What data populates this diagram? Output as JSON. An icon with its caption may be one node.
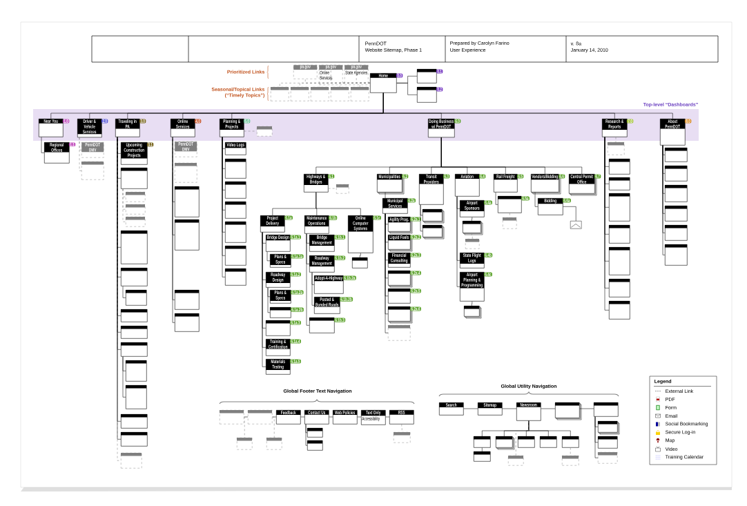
{
  "diagram": {
    "nodes": [
      {
        "text": [
          "Home"
        ],
        "beside": [
          "0.0"
        ]
      },
      {
        "text": [],
        "shape": "box",
        "beside": [
          "0.1"
        ]
      },
      {
        "text": [],
        "shape": "box",
        "beside": [
          "0.2"
        ]
      },
      {
        "text": [
          "pa.gov"
        ]
      },
      {
        "text": [
          "pa.gov",
          "Online Services"
        ]
      },
      {
        "text": [
          "pa.gov",
          "State Agencies"
        ]
      },
      {
        "text": [],
        "shape": "box"
      },
      {
        "text": [],
        "shape": "box"
      },
      {
        "text": [],
        "shape": "box"
      },
      {
        "text": [],
        "shape": "box"
      },
      {
        "text": [],
        "shape": "box"
      },
      {
        "text": [
          "Near You"
        ],
        "beside": [
          "1.0"
        ]
      },
      {
        "text": [
          "Driver & Vehicle Services"
        ],
        "beside": [
          "2.0"
        ]
      },
      {
        "text": [
          "Traveling in PA"
        ],
        "beside": [
          "3.0"
        ]
      },
      {
        "text": [
          "Online Services"
        ],
        "beside": [
          "4.0"
        ]
      },
      {
        "text": [
          "Planning & Projects"
        ],
        "beside": [
          "5.0"
        ]
      },
      {
        "text": [
          "Doing Business w/ PennDOT"
        ],
        "beside": [
          "6.0"
        ]
      },
      {
        "text": [
          "Research & Reports"
        ],
        "beside": [
          "7.0"
        ]
      },
      {
        "text": [
          "About PennDOT"
        ],
        "beside": [
          "8.0"
        ]
      },
      {
        "text": [
          "Highways & Bridges"
        ],
        "beside": [
          "6.1"
        ]
      },
      {
        "text": [
          "Municipalities"
        ],
        "beside": [
          "6.2"
        ]
      },
      {
        "text": [
          "Transit Providers"
        ],
        "beside": [
          "6.3"
        ]
      },
      {
        "text": [
          "Aviation"
        ],
        "beside": [
          "6.4"
        ]
      },
      {
        "text": [
          "Rail Freight"
        ],
        "beside": [
          "6.5"
        ]
      },
      {
        "text": [
          "Vendors/Bidding"
        ],
        "beside": [
          "6.6"
        ]
      },
      {
        "text": [
          "Central Permit Office"
        ],
        "beside": [
          "6.7"
        ]
      },
      {
        "text": [
          "Project Delivery"
        ],
        "beside": [
          "6.1a"
        ]
      },
      {
        "text": [
          "Maintenance Operations"
        ],
        "beside": [
          "6.1b"
        ]
      },
      {
        "text": [
          "Online Computer Systems"
        ],
        "beside": [
          "6.1c"
        ]
      },
      {
        "text": [
          "Bridge Design"
        ],
        "beside": [
          "6.1a.1"
        ]
      },
      {
        "text": [
          "Roadway Design"
        ],
        "beside": [
          "6.1a.2"
        ]
      },
      {
        "text": [],
        "shape": "box",
        "beside": [
          "6.1a.3"
        ]
      },
      {
        "text": [
          "Training & Certification"
        ],
        "beside": [
          "6.1a.4"
        ]
      },
      {
        "text": [
          "Materials Testing"
        ],
        "beside": [
          "6.1a.5"
        ]
      },
      {
        "text": [
          "Bridge Management"
        ],
        "beside": [
          "6.1b.1"
        ]
      },
      {
        "text": [
          "Roadway Management"
        ],
        "beside": [
          "6.1b.2"
        ]
      },
      {
        "text": [
          "Adopt-A-Highway"
        ],
        "beside": [
          "6.1b.2a"
        ]
      },
      {
        "text": [
          "Posted & Bonded Roads"
        ],
        "beside": [
          "6.1b.2b"
        ]
      },
      {
        "text": [],
        "shape": "box",
        "beside": [
          "6.1b.3"
        ]
      },
      {
        "text": [],
        "shape": "box"
      },
      {
        "text": [],
        "shape": "box"
      },
      {
        "text": [
          "Feedback"
        ]
      },
      {
        "text": [
          "Contact Us"
        ]
      },
      {
        "text": [
          "Web Policies"
        ]
      },
      {
        "text": [
          "Text Only",
          "Accessibility"
        ]
      },
      {
        "text": [
          "RSS"
        ]
      },
      {
        "text": [],
        "shape": "box"
      },
      {
        "text": [],
        "shape": "box"
      },
      {
        "text": [],
        "shape": "box"
      },
      {
        "text": [],
        "shape": "box"
      },
      {
        "text": [],
        "shape": "box"
      },
      {
        "text": [
          "Search"
        ]
      },
      {
        "text": [
          "Sitemap"
        ]
      },
      {
        "text": [
          "Newsroom"
        ]
      },
      {
        "text": [],
        "shape": "box"
      },
      {
        "text": [],
        "shape": "box"
      },
      {
        "text": [],
        "shape": "box"
      },
      {
        "text": [],
        "shape": "box"
      },
      {
        "text": [],
        "shape": "box"
      },
      {
        "text": [],
        "shape": "box"
      },
      {
        "text": [],
        "shape": "box"
      },
      {
        "text": [],
        "shape": "box"
      },
      {
        "text": [],
        "shape": "box"
      },
      {
        "text": [],
        "shape": "box"
      },
      {
        "text": [],
        "shape": "box"
      },
      {
        "text": [],
        "shape": "box"
      },
      {
        "text": [],
        "shape": "box"
      },
      {
        "text": [],
        "shape": "box"
      },
      {
        "text": [
          "Plans & Specs"
        ],
        "beside": [
          "6.1a.1a"
        ]
      },
      {
        "text": [
          "Plans & Specs"
        ],
        "beside": [
          "6.1a.2a"
        ]
      },
      {
        "text": [],
        "shape": "box",
        "beside": [
          "6.1a.2b"
        ]
      },
      {
        "text": [],
        "shape": "box"
      },
      {
        "text": [
          "Municipal Services"
        ],
        "beside": [
          "6.2a"
        ]
      },
      {
        "text": [
          "Agility Prog."
        ],
        "beside": [
          "6.2a.1"
        ]
      },
      {
        "text": [
          "Liquid Fuels"
        ],
        "beside": [
          "6.2a.2"
        ]
      },
      {
        "text": [
          "Financial Consulting"
        ],
        "beside": [
          "6.2a.3"
        ]
      },
      {
        "text": [],
        "shape": "box",
        "beside": [
          "6.2a.4"
        ]
      },
      {
        "text": [],
        "shape": "box",
        "beside": [
          "6.2a.5"
        ]
      },
      {
        "text": [],
        "shape": "box",
        "beside": [
          "6.2a.6"
        ]
      },
      {
        "text": [],
        "shape": "box"
      },
      {
        "text": [],
        "shape": "box"
      },
      {
        "text": [],
        "shape": "box"
      },
      {
        "text": [
          "Airport Sponsors"
        ],
        "beside": [
          "6.4a"
        ]
      },
      {
        "text": [],
        "shape": "box"
      },
      {
        "text": [],
        "shape": "box"
      },
      {
        "text": [
          "State Flight Logs"
        ],
        "beside": [
          "6.4b"
        ]
      },
      {
        "text": [
          "Airport Planning & Programming"
        ],
        "beside": [
          "6.4c"
        ]
      },
      {
        "text": [],
        "shape": "box"
      },
      {
        "text": [],
        "shape": "box",
        "beside": [
          "6.5a"
        ]
      },
      {
        "text": [],
        "shape": "box"
      },
      {
        "text": [
          "Bidding"
        ],
        "beside": [
          "6.6a"
        ]
      },
      {
        "text": [],
        "shape": "picture"
      },
      {
        "text": [
          "Regional Offices"
        ],
        "beside": [
          "1.1"
        ]
      },
      {
        "text": [
          "PennDOT DMV"
        ]
      },
      {
        "text": [],
        "shape": "box"
      },
      {
        "text": [
          "Upcoming Construction Projects"
        ],
        "beside": [
          "3.1"
        ]
      },
      {
        "text": [],
        "shape": "box"
      },
      {
        "text": [],
        "shape": "box"
      },
      {
        "text": [],
        "shape": "box"
      },
      {
        "text": [],
        "shape": "box"
      },
      {
        "text": [],
        "shape": "box"
      },
      {
        "text": [],
        "shape": "box"
      },
      {
        "text": [],
        "shape": "box"
      },
      {
        "text": [],
        "shape": "box"
      },
      {
        "text": [],
        "shape": "box"
      },
      {
        "text": [],
        "shape": "box"
      },
      {
        "text": [],
        "shape": "box"
      },
      {
        "text": [],
        "shape": "box"
      },
      {
        "text": [],
        "shape": "box"
      },
      {
        "text": [],
        "shape": "box"
      },
      {
        "text": [],
        "shape": "box"
      },
      {
        "text": [
          "PennDOT DMV"
        ]
      },
      {
        "text": [],
        "shape": "box"
      },
      {
        "text": [],
        "shape": "box"
      },
      {
        "text": [],
        "shape": "box"
      },
      {
        "text": [],
        "shape": "box"
      },
      {
        "text": [],
        "shape": "box"
      },
      {
        "text": [
          "Video Logs"
        ]
      },
      {
        "text": [],
        "shape": "box"
      },
      {
        "text": [],
        "shape": "box"
      },
      {
        "text": [],
        "shape": "box"
      },
      {
        "text": [],
        "shape": "box"
      },
      {
        "text": [],
        "shape": "box"
      },
      {
        "text": [],
        "shape": "box"
      },
      {
        "text": [],
        "shape": "box"
      },
      {
        "text": [],
        "shape": "box"
      },
      {
        "text": [],
        "shape": "box"
      },
      {
        "text": [],
        "shape": "box"
      },
      {
        "text": [],
        "shape": "box"
      },
      {
        "text": [],
        "shape": "box"
      },
      {
        "text": [],
        "shape": "box"
      },
      {
        "text": [],
        "shape": "box"
      },
      {
        "text": [],
        "shape": "box"
      },
      {
        "text": [],
        "shape": "box"
      },
      {
        "text": [],
        "shape": "box"
      },
      {
        "text": [],
        "shape": "box"
      },
      {
        "text": [],
        "shape": "box"
      },
      {
        "text": [],
        "shape": "box"
      },
      {
        "text": [],
        "shape": "box"
      }
    ],
    "edges": [
      {
        "from": 0,
        "to": 1,
        "arrow": "none"
      },
      {
        "from": 0,
        "to": 2,
        "arrow": "none"
      },
      {
        "from": 0,
        "to": 3,
        "arrow": "none",
        "style": "dashed",
        "color": "#808080"
      },
      {
        "from": 0,
        "to": 4,
        "arrow": "none",
        "style": "dashed",
        "color": "#808080"
      },
      {
        "from": 0,
        "to": 5,
        "arrow": "none",
        "style": "dashed",
        "color": "#808080"
      },
      {
        "from": 0,
        "to": 6,
        "arrow": "none",
        "style": "dashed",
        "color": "#808080"
      },
      {
        "from": 0,
        "to": 7,
        "arrow": "none",
        "style": "dashed",
        "color": "#808080"
      },
      {
        "from": 0,
        "to": 8,
        "arrow": "none",
        "style": "dashed",
        "color": "#808080"
      },
      {
        "from": 0,
        "to": 9,
        "arrow": "none",
        "style": "dashed",
        "color": "#808080"
      },
      {
        "from": 0,
        "to": 10,
        "arrow": "none",
        "style": "dashed",
        "color": "#808080"
      },
      {
        "from": 0,
        "to": 11,
        "arrow": "none"
      },
      {
        "from": 0,
        "to": 12,
        "arrow": "none"
      },
      {
        "from": 0,
        "to": 13,
        "arrow": "none"
      },
      {
        "from": 0,
        "to": 14,
        "arrow": "none"
      },
      {
        "from": 0,
        "to": 15,
        "arrow": "none"
      },
      {
        "from": 0,
        "to": 16,
        "arrow": "none"
      },
      {
        "from": 0,
        "to": 17,
        "arrow": "none"
      },
      {
        "from": 0,
        "to": 18,
        "arrow": "none"
      },
      {
        "from": 16,
        "to": 19,
        "arrow": "none"
      },
      {
        "from": 16,
        "to": 20,
        "arrow": "none"
      },
      {
        "from": 16,
        "to": 21,
        "arrow": "none"
      },
      {
        "from": 16,
        "to": 22,
        "arrow": "none"
      },
      {
        "from": 16,
        "to": 23,
        "arrow": "none"
      },
      {
        "from": 16,
        "to": 24,
        "arrow": "none"
      },
      {
        "from": 16,
        "to": 25,
        "arrow": "none"
      },
      {
        "from": 19,
        "to": 26,
        "arrow": "none"
      },
      {
        "from": 19,
        "to": 27,
        "arrow": "none"
      },
      {
        "from": 19,
        "to": 28,
        "arrow": "none"
      },
      {
        "from": 26,
        "to": 29,
        "arrow": "none"
      },
      {
        "from": 26,
        "to": 30,
        "arrow": "none"
      },
      {
        "from": 26,
        "to": 31,
        "arrow": "none"
      },
      {
        "from": 26,
        "to": 32,
        "arrow": "none"
      },
      {
        "from": 26,
        "to": 33,
        "arrow": "none"
      },
      {
        "from": 27,
        "to": 34,
        "arrow": "none"
      },
      {
        "from": 27,
        "to": 35,
        "arrow": "none"
      },
      {
        "from": 35,
        "to": 36,
        "arrow": "none"
      },
      {
        "from": 35,
        "to": 37,
        "arrow": "none"
      },
      {
        "from": 27,
        "to": 38,
        "arrow": "none"
      },
      {
        "from": 39,
        "to": 40,
        "arrow": "none"
      },
      {
        "from": 40,
        "to": 41,
        "arrow": "none"
      },
      {
        "from": 41,
        "to": 42,
        "arrow": "none"
      },
      {
        "from": 42,
        "to": 43,
        "arrow": "none"
      },
      {
        "from": 43,
        "to": 44,
        "arrow": "none"
      },
      {
        "from": 44,
        "to": 45,
        "arrow": "none"
      },
      {
        "from": 39,
        "to": 46,
        "arrow": "none",
        "style": "dashed",
        "color": "#808080"
      },
      {
        "from": 40,
        "to": 47,
        "arrow": "none",
        "style": "dashed",
        "color": "#808080"
      },
      {
        "from": 42,
        "to": 48,
        "arrow": "none"
      },
      {
        "from": 42,
        "to": 49,
        "arrow": "none"
      },
      {
        "from": 45,
        "to": 50,
        "arrow": "none",
        "style": "dashed",
        "color": "#808080"
      },
      {
        "from": 51,
        "to": 52,
        "arrow": "none"
      },
      {
        "from": 52,
        "to": 53,
        "arrow": "none"
      },
      {
        "from": 53,
        "to": 54,
        "arrow": "none"
      },
      {
        "from": 54,
        "to": 55,
        "arrow": "none"
      },
      {
        "from": 53,
        "to": 56,
        "arrow": "none"
      },
      {
        "from": 53,
        "to": 57,
        "arrow": "none"
      },
      {
        "from": 53,
        "to": 58,
        "arrow": "none"
      },
      {
        "from": 53,
        "to": 59,
        "arrow": "none"
      },
      {
        "from": 53,
        "to": 60,
        "arrow": "none"
      },
      {
        "from": 56,
        "to": 61,
        "arrow": "none"
      },
      {
        "from": 53,
        "to": 62,
        "arrow": "none",
        "style": "dashed",
        "color": "#808080"
      },
      {
        "from": 60,
        "to": 63,
        "arrow": "none",
        "style": "dashed",
        "color": "#808080"
      },
      {
        "from": 55,
        "to": 64,
        "arrow": "none"
      },
      {
        "from": 55,
        "to": 65,
        "arrow": "none"
      },
      {
        "from": 55,
        "to": 66,
        "arrow": "none"
      },
      {
        "from": 19,
        "to": 67,
        "arrow": "none",
        "style": "dashed",
        "color": "#808080"
      },
      {
        "from": 29,
        "to": 68,
        "arrow": "none"
      },
      {
        "from": 30,
        "to": 69,
        "arrow": "none"
      },
      {
        "from": 30,
        "to": 70,
        "arrow": "none"
      },
      {
        "from": 28,
        "to": 71,
        "arrow": "none"
      },
      {
        "from": 20,
        "to": 72,
        "arrow": "none"
      },
      {
        "from": 72,
        "to": 73,
        "arrow": "none"
      },
      {
        "from": 72,
        "to": 74,
        "arrow": "none"
      },
      {
        "from": 72,
        "to": 75,
        "arrow": "none"
      },
      {
        "from": 72,
        "to": 76,
        "arrow": "none"
      },
      {
        "from": 72,
        "to": 77,
        "arrow": "none"
      },
      {
        "from": 72,
        "to": 78,
        "arrow": "none"
      },
      {
        "from": 72,
        "to": 79,
        "arrow": "none"
      },
      {
        "from": 21,
        "to": 80,
        "arrow": "none"
      },
      {
        "from": 21,
        "to": 81,
        "arrow": "none"
      },
      {
        "from": 22,
        "to": 82,
        "arrow": "none"
      },
      {
        "from": 82,
        "to": 83,
        "arrow": "none"
      },
      {
        "from": 83,
        "to": 84,
        "arrow": "none",
        "style": "dashed",
        "color": "#808080"
      },
      {
        "from": 22,
        "to": 85,
        "arrow": "none"
      },
      {
        "from": 22,
        "to": 86,
        "arrow": "none"
      },
      {
        "from": 86,
        "to": 87,
        "arrow": "none"
      },
      {
        "from": 23,
        "to": 88,
        "arrow": "none"
      },
      {
        "from": 88,
        "to": 89,
        "arrow": "none",
        "style": "dashed",
        "color": "#808080"
      },
      {
        "from": 24,
        "to": 90,
        "arrow": "none"
      },
      {
        "from": 90,
        "to": 91,
        "arrow": "none"
      },
      {
        "from": 11,
        "to": 92,
        "arrow": "none"
      },
      {
        "from": 12,
        "to": 93,
        "arrow": "none",
        "style": "dashed",
        "color": "#808080"
      },
      {
        "from": 12,
        "to": 94,
        "arrow": "none",
        "style": "dashed",
        "color": "#808080"
      },
      {
        "from": 13,
        "to": 95,
        "arrow": "none"
      },
      {
        "from": 13,
        "to": 96,
        "arrow": "none"
      },
      {
        "from": 96,
        "to": 97,
        "arrow": "none",
        "style": "dashed",
        "color": "#808080"
      },
      {
        "from": 96,
        "to": 98,
        "arrow": "none",
        "style": "dashed",
        "color": "#808080"
      },
      {
        "from": 96,
        "to": 99,
        "arrow": "none",
        "style": "dashed",
        "color": "#808080"
      },
      {
        "from": 13,
        "to": 100,
        "arrow": "none"
      },
      {
        "from": 13,
        "to": 101,
        "arrow": "none"
      },
      {
        "from": 101,
        "to": 102,
        "arrow": "none"
      },
      {
        "from": 13,
        "to": 103,
        "arrow": "none"
      },
      {
        "from": 13,
        "to": 104,
        "arrow": "none"
      },
      {
        "from": 13,
        "to": 105,
        "arrow": "none"
      },
      {
        "from": 105,
        "to": 106,
        "arrow": "none"
      },
      {
        "from": 105,
        "to": 107,
        "arrow": "none"
      },
      {
        "from": 13,
        "to": 108,
        "arrow": "none"
      },
      {
        "from": 13,
        "to": 109,
        "arrow": "none"
      },
      {
        "from": 13,
        "to": 110,
        "arrow": "none",
        "style": "dashed",
        "color": "#808080"
      },
      {
        "from": 14,
        "to": 111,
        "arrow": "none",
        "style": "dashed",
        "color": "#808080"
      },
      {
        "from": 14,
        "to": 112,
        "arrow": "none",
        "style": "dashed",
        "color": "#808080"
      },
      {
        "from": 14,
        "to": 113,
        "arrow": "none"
      },
      {
        "from": 14,
        "to": 114,
        "arrow": "none"
      },
      {
        "from": 14,
        "to": 115,
        "arrow": "none"
      },
      {
        "from": 14,
        "to": 116,
        "arrow": "none"
      },
      {
        "from": 15,
        "to": 117,
        "arrow": "none"
      },
      {
        "from": 15,
        "to": 118,
        "arrow": "none"
      },
      {
        "from": 15,
        "to": 119,
        "arrow": "none"
      },
      {
        "from": 15,
        "to": 120,
        "arrow": "none"
      },
      {
        "from": 15,
        "to": 121,
        "arrow": "none"
      },
      {
        "from": 15,
        "to": 122,
        "arrow": "none"
      },
      {
        "from": 15,
        "to": 123,
        "arrow": "none"
      },
      {
        "from": 15,
        "to": 124,
        "arrow": "none",
        "style": "dashed",
        "color": "#808080"
      },
      {
        "from": 17,
        "to": 125,
        "arrow": "none",
        "style": "dashed",
        "color": "#808080"
      },
      {
        "from": 17,
        "to": 126,
        "arrow": "none"
      },
      {
        "from": 17,
        "to": 127,
        "arrow": "none"
      },
      {
        "from": 17,
        "to": 128,
        "arrow": "none"
      },
      {
        "from": 17,
        "to": 129,
        "arrow": "none"
      },
      {
        "from": 17,
        "to": 130,
        "arrow": "none"
      },
      {
        "from": 17,
        "to": 131,
        "arrow": "none"
      },
      {
        "from": 17,
        "to": 132,
        "arrow": "none"
      },
      {
        "from": 18,
        "to": 133,
        "arrow": "none"
      },
      {
        "from": 18,
        "to": 134,
        "arrow": "none"
      },
      {
        "from": 18,
        "to": 135,
        "arrow": "none"
      },
      {
        "from": 18,
        "to": 136,
        "arrow": "none"
      },
      {
        "from": 18,
        "to": 137,
        "arrow": "none"
      },
      {
        "from": 18,
        "to": 138,
        "arrow": "none"
      }
    ],
    "labels": [
      "PennDOT",
      "Website Sitemap, Phase 1",
      "Prepared by Carolyn Farino",
      "User Experience",
      "v. 8a",
      "January 14, 2010",
      "Prioritized Links",
      "Seasonal/Topical Links",
      "(“Timely Topics”)",
      "Top-level “Dashboards”",
      "Global Footer Text Navigation",
      "Global Utility Navigation",
      "Legend"
    ],
    "legend": [
      {
        "text": "External Link"
      },
      {
        "text": "PDF"
      },
      {
        "text": "Form"
      },
      {
        "text": "Email"
      },
      {
        "text": "Social Bookmarking"
      },
      {
        "text": "Secure Log-in"
      },
      {
        "text": "Map"
      },
      {
        "text": "Video"
      },
      {
        "text": "Training Calendar"
      }
    ]
  }
}
